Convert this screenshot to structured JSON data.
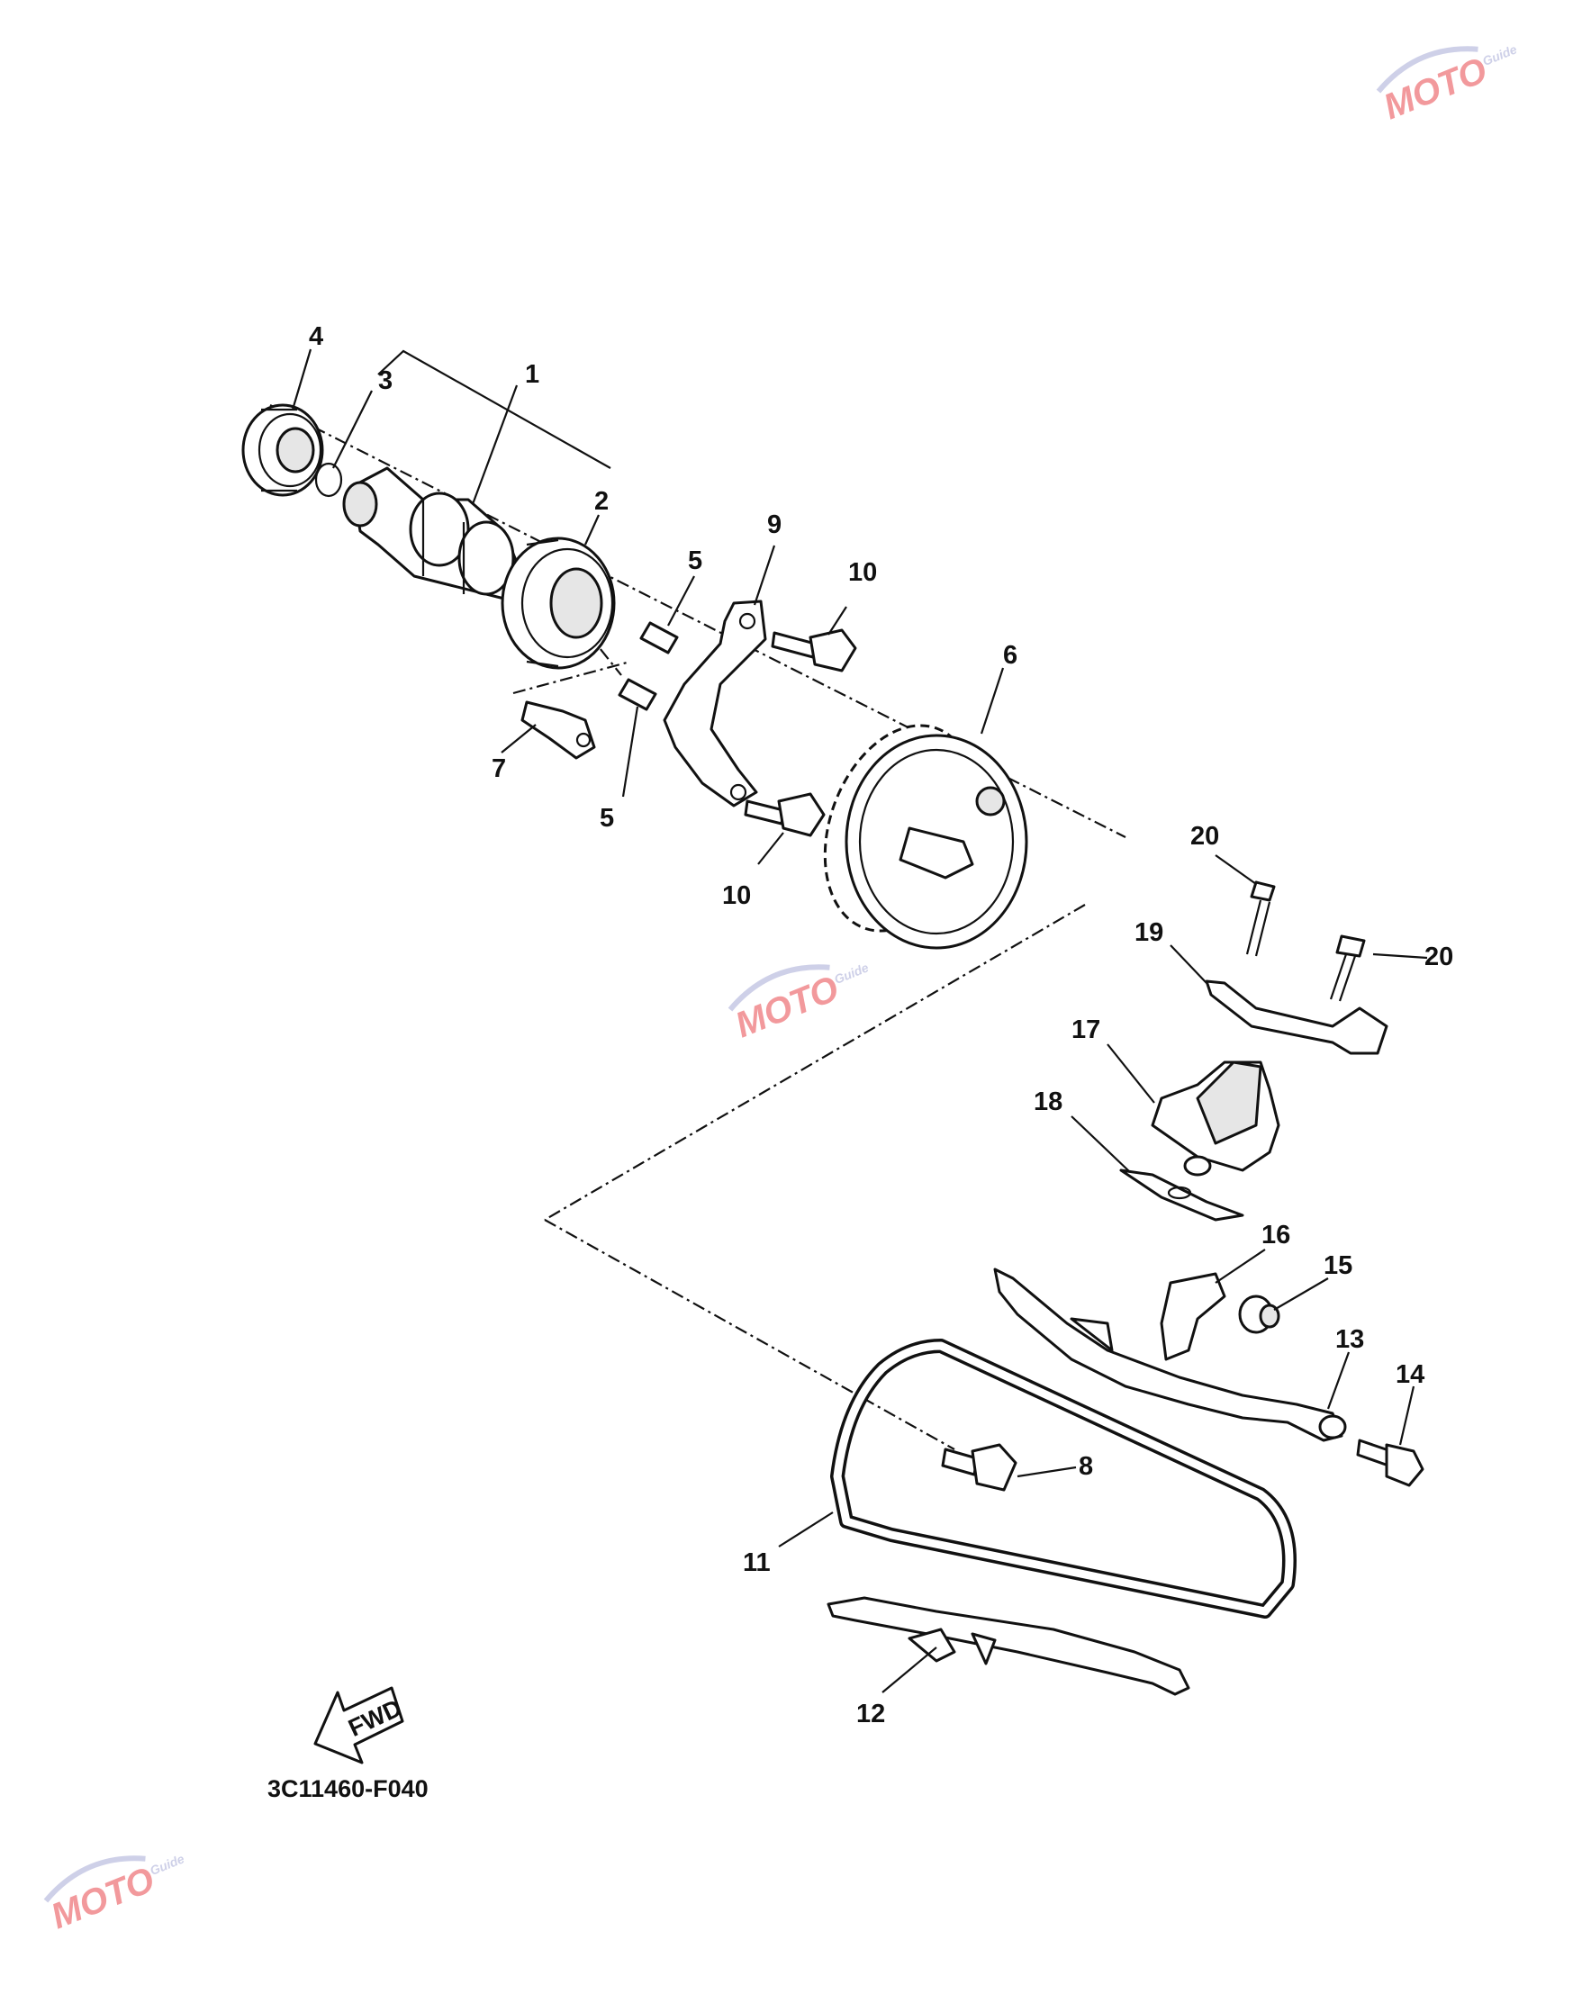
{
  "diagram_code": "3C11460-F040",
  "fwd_arrow_label": "FWD",
  "watermark": {
    "text": "MOTO",
    "subtext": "Guide",
    "color_primary": "#e8474d",
    "color_secondary": "#a7abd6"
  },
  "callouts": {
    "c1": "1",
    "c2": "2",
    "c3": "3",
    "c4": "4",
    "c5a": "5",
    "c5b": "5",
    "c6": "6",
    "c7": "7",
    "c8": "8",
    "c9": "9",
    "c10a": "10",
    "c10b": "10",
    "c11": "11",
    "c12": "12",
    "c13": "13",
    "c14": "14",
    "c15": "15",
    "c16": "16",
    "c17": "17",
    "c18": "18",
    "c19": "19",
    "c20a": "20",
    "c20b": "20"
  }
}
